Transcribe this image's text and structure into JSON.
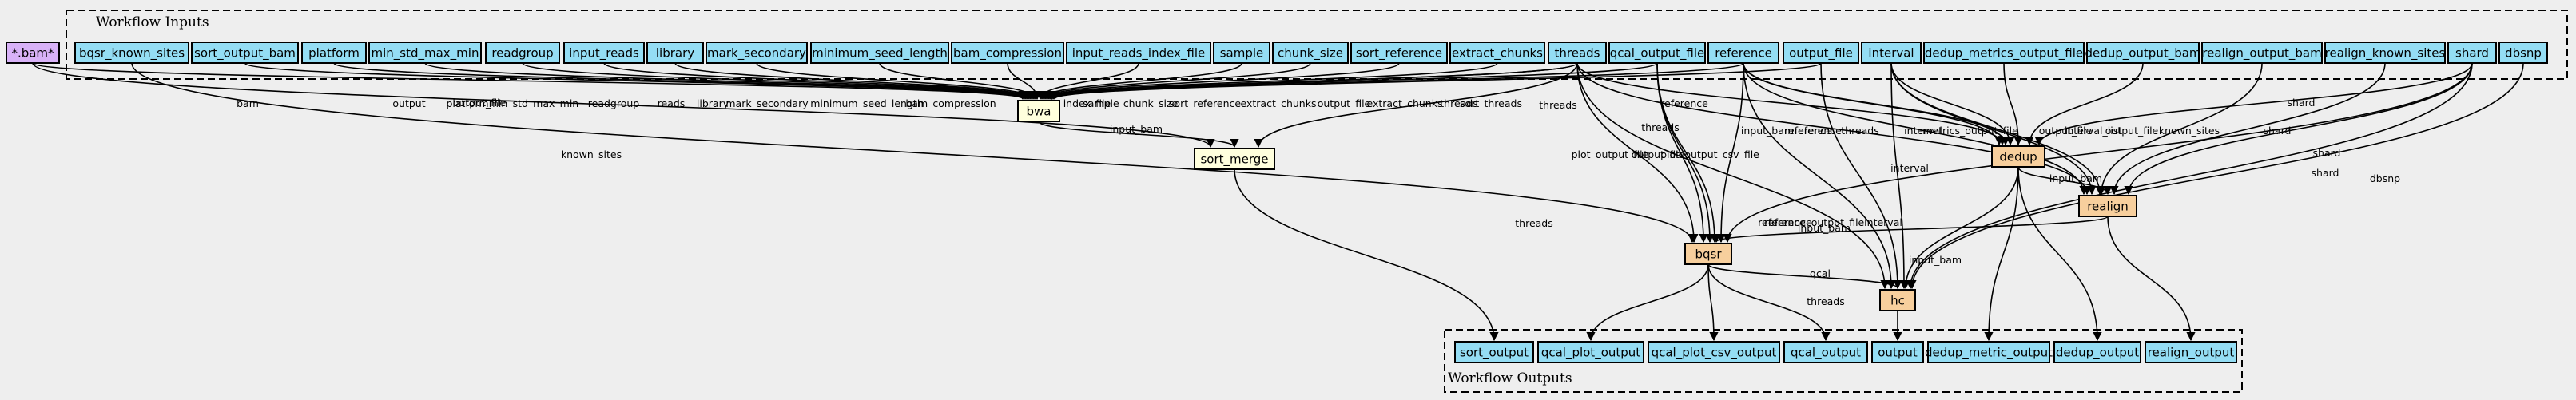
{
  "clusters": {
    "inputs": "Workflow Inputs",
    "outputs": "Workflow Outputs"
  },
  "colors": {
    "input": "#94ddf4",
    "output": "#94ddf4",
    "step_light": "#ffffdd",
    "step_orange": "#f7cf9d",
    "bam": "#d8b2f7",
    "background": "#eeeeee"
  },
  "nodes": {
    "bam": "*.bam*",
    "bqsr_known_sites": "bqsr_known_sites",
    "sort_output_bam": "sort_output_bam",
    "platform": "platform",
    "min_std_max_min": "min_std_max_min",
    "readgroup": "readgroup",
    "input_reads": "input_reads",
    "library": "library",
    "mark_secondary": "mark_secondary",
    "minimum_seed_length": "minimum_seed_length",
    "bam_compression": "bam_compression",
    "input_reads_index_file": "input_reads_index_file",
    "sample": "sample",
    "chunk_size": "chunk_size",
    "sort_reference": "sort_reference",
    "extract_chunks": "extract_chunks",
    "threads": "threads",
    "qcal_output_file": "qcal_output_file",
    "reference": "reference",
    "output_file": "output_file",
    "interval": "interval",
    "dedup_metrics_output_file": "dedup_metrics_output_file",
    "dedup_output_bam": "dedup_output_bam",
    "realign_output_bam": "realign_output_bam",
    "realign_known_sites": "realign_known_sites",
    "shard": "shard",
    "dbsnp": "dbsnp",
    "bwa": "bwa",
    "sort_merge": "sort_merge",
    "dedup": "dedup",
    "realign": "realign",
    "bqsr": "bqsr",
    "hc": "hc",
    "out_sort_output": "sort_output",
    "out_qcal_plot_output": "qcal_plot_output",
    "out_qcal_plot_csv_output": "qcal_plot_csv_output",
    "out_qcal_output": "qcal_output",
    "out_output": "output",
    "out_dedup_metric_output": "dedup_metric_output",
    "out_dedup_output": "dedup_output",
    "out_realign_output": "realign_output"
  },
  "edge_labels": {
    "bam_bwa": "bam",
    "sort_output_bam_bwa": "output",
    "platform_bwa": "platform",
    "min_std_max_min_bwa": "min_std_max_min",
    "readgroup_bwa": "readgroup",
    "input_reads_bwa": "reads",
    "library_bwa": "library",
    "mark_secondary_bwa": "mark_secondary",
    "minimum_seed_length_bwa": "minimum_seed_length",
    "bam_compression_bwa": "bam_compression",
    "input_reads_index_file_bwa": "reads_index_file",
    "sample_bwa": "sample",
    "chunk_size_bwa": "chunk_size",
    "sort_reference_bwa": "sort_reference",
    "extract_chunks_bwa": "extract_chunks",
    "qcal_output_file_bwa": "output_file",
    "threads_bwa_a": "extract_chunks",
    "threads_bwa_b": "threads",
    "reference_bwa": "sort_threads",
    "output_file_bwa": "reference",
    "bam_sort_merge": "output_file",
    "bwa_sort_merge": "input_bam",
    "threads_sort_merge": "threads",
    "threads_dedup": "threads",
    "bqsr_known_sites_bqsr": "known_sites",
    "threads_bqsr": "threads",
    "qcal_plot_bqsr": "plot_output_file",
    "qcal_output_bqsr": "output_file",
    "qcal_csv_bqsr": "plot_output_csv_file",
    "threads_hc": "threads",
    "reference_dedup": "input_bam",
    "reference_realign": "reference",
    "reference_bqsr": "reference",
    "reference_hc": "reference",
    "output_file_hc": "output_file",
    "interval_dedup": "interval",
    "interval_realign": "interval",
    "interval_hc": "interval",
    "threads_realign": "threads",
    "reference_dedup2": "reference",
    "dedup_metrics_dedup": "metrics_output_file",
    "dedup_output_dedup": "output_file",
    "realign_output_realign": "output_file",
    "realign_known_realign": "known_sites",
    "interval_list_realign": "interval_list",
    "shard_realign": "shard",
    "shard_bqsr": "shard",
    "shard_hc": "shard",
    "shard_dedup": "shard",
    "dbsnp_hc": "dbsnp",
    "dedup_realign": "input_bam",
    "realign_bqsr": "input_bam",
    "dedup_hc": "input_bam",
    "bqsr_hc": "qcal"
  }
}
